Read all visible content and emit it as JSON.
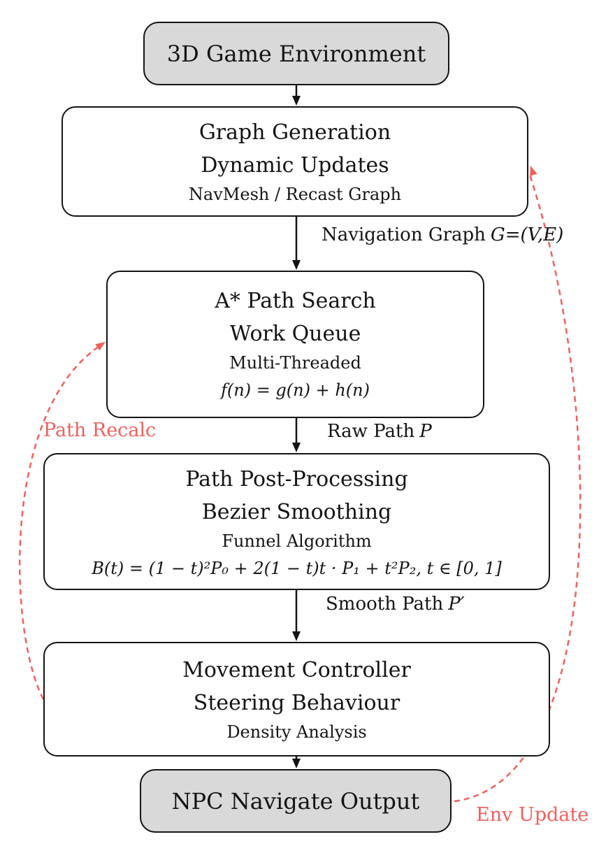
{
  "diagram": {
    "nodes": {
      "environment": {
        "title": "3D Game Environment"
      },
      "graph_generation": {
        "line1": "Graph Generation",
        "line2": "Dynamic Updates",
        "subtitle": "NavMesh / Recast Graph"
      },
      "astar": {
        "line1": "A* Path Search",
        "line2": "Work Queue",
        "subtitle": "Multi-Threaded",
        "formula": "f(n) = g(n) + h(n)"
      },
      "post_processing": {
        "line1": "Path Post-Processing",
        "line2": "Bezier Smoothing",
        "subtitle": "Funnel Algorithm",
        "formula": "B(t) = (1 − t)²P₀ + 2(1 − t)t · P₁ + t²P₂,   t ∈ [0, 1]"
      },
      "movement": {
        "line1": "Movement Controller",
        "line2": "Steering Behaviour",
        "subtitle": "Density Analysis"
      },
      "output": {
        "title": "NPC Navigate Output"
      }
    },
    "edge_labels": {
      "navigation_graph": {
        "text": "Navigation Graph",
        "math": "G=(V,E)"
      },
      "raw_path": {
        "text": "Raw Path",
        "math": "P"
      },
      "smooth_path": {
        "text": "Smooth Path",
        "math": "P′"
      },
      "path_recalc": "Path Recalc",
      "env_update": "Env Update"
    },
    "colors": {
      "process_fill": "#ffffff",
      "terminal_fill": "#d9d9d9",
      "stroke": "#141414",
      "feedback": "#f2605c"
    }
  }
}
